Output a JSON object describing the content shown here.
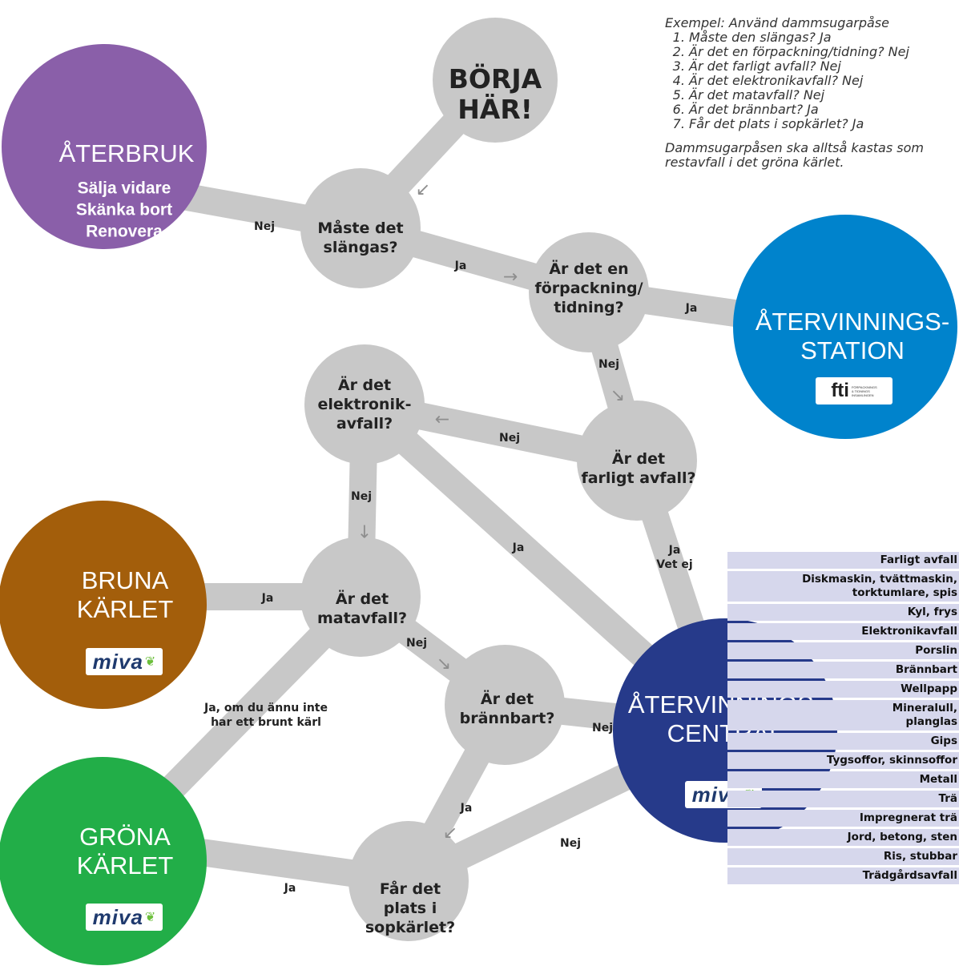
{
  "example": {
    "title": "Exempel: Använd dammsugarpåse",
    "steps": [
      "Måste den slängas? Ja",
      "Är det en förpackning/tidning? Nej",
      "Är det farligt avfall? Nej",
      "Är det elektronikavfall? Nej",
      "Är det matavfall? Nej",
      "Är det brännbart? Ja",
      "Får det plats i sopkärlet? Ja"
    ],
    "conclusion": "Dammsugarpåsen ska alltså kastas som restavfall i det gröna kärlet."
  },
  "start": {
    "label": "BÖRJA\nHÄR!"
  },
  "questions": {
    "slangas": "Måste det\nslängas?",
    "forpackning": "Är det en\nförpackning/\ntidning?",
    "farligt": "Är det\nfarligt avfall?",
    "elektronik": "Är det\nelektronik-\navfall?",
    "matavfall": "Är det\nmatavfall?",
    "brannbart": "Är det\nbrännbart?",
    "sopkarlet": "Får det\nplats i\nsopkärlet?"
  },
  "destinations": {
    "aterbruk": {
      "title": "ÅTERBRUK",
      "subtitle": "Sälja vidare\nSkänka bort\nRenovera",
      "color": "#8a5fa9"
    },
    "station": {
      "title": "ÅTERVINNINGS-\nSTATION",
      "logo": "fti",
      "logo_small": "FÖRPACKNINGS\n& TIDNINGS\nINSAMLINGEN",
      "color": "#0083cc"
    },
    "bruna": {
      "title": "BRUNA\nKÄRLET",
      "logo": "miva",
      "color": "#a35e0b"
    },
    "grona": {
      "title": "GRÖNA\nKÄRLET",
      "logo": "miva",
      "color": "#22ae48"
    },
    "central": {
      "title": "ÅTERVINNINGS-\nCENTRAL",
      "logo": "miva",
      "color": "#263a8a"
    }
  },
  "edge_labels": {
    "slangas_nej": "Nej",
    "slangas_ja": "Ja",
    "forpackning_ja": "Ja",
    "forpackning_nej": "Nej",
    "farligt_nej": "Nej",
    "farligt_ja": "Ja\nVet ej",
    "elektronik_nej": "Nej",
    "elektronik_ja": "Ja",
    "matavfall_ja": "Ja",
    "matavfall_nej": "Nej",
    "matavfall_grona": "Ja, om du ännu inte\nhar ett brunt kärl",
    "brannbart_nej": "Nej",
    "brannbart_ja": "Ja",
    "sopkarlet_ja": "Ja",
    "sopkarlet_nej": "Nej"
  },
  "central_list": [
    "Farligt avfall",
    "Diskmaskin, tvättmaskin,\ntorktumlare, spis",
    "Kyl, frys",
    "Elektronikavfall",
    "Porslin",
    "Brännbart",
    "Wellpapp",
    "Mineralull,\nplanglas",
    "Gips",
    "Tygsoffor, skinnsoffor",
    "Metall",
    "Trä",
    "Impregnerat trä",
    "Jord, betong, sten",
    "Ris, stubbar",
    "Trädgårdsavfall"
  ],
  "colors": {
    "connector": "#c8c8c8",
    "node": "#c8c8c8",
    "arrow": "#8e8e8e"
  }
}
